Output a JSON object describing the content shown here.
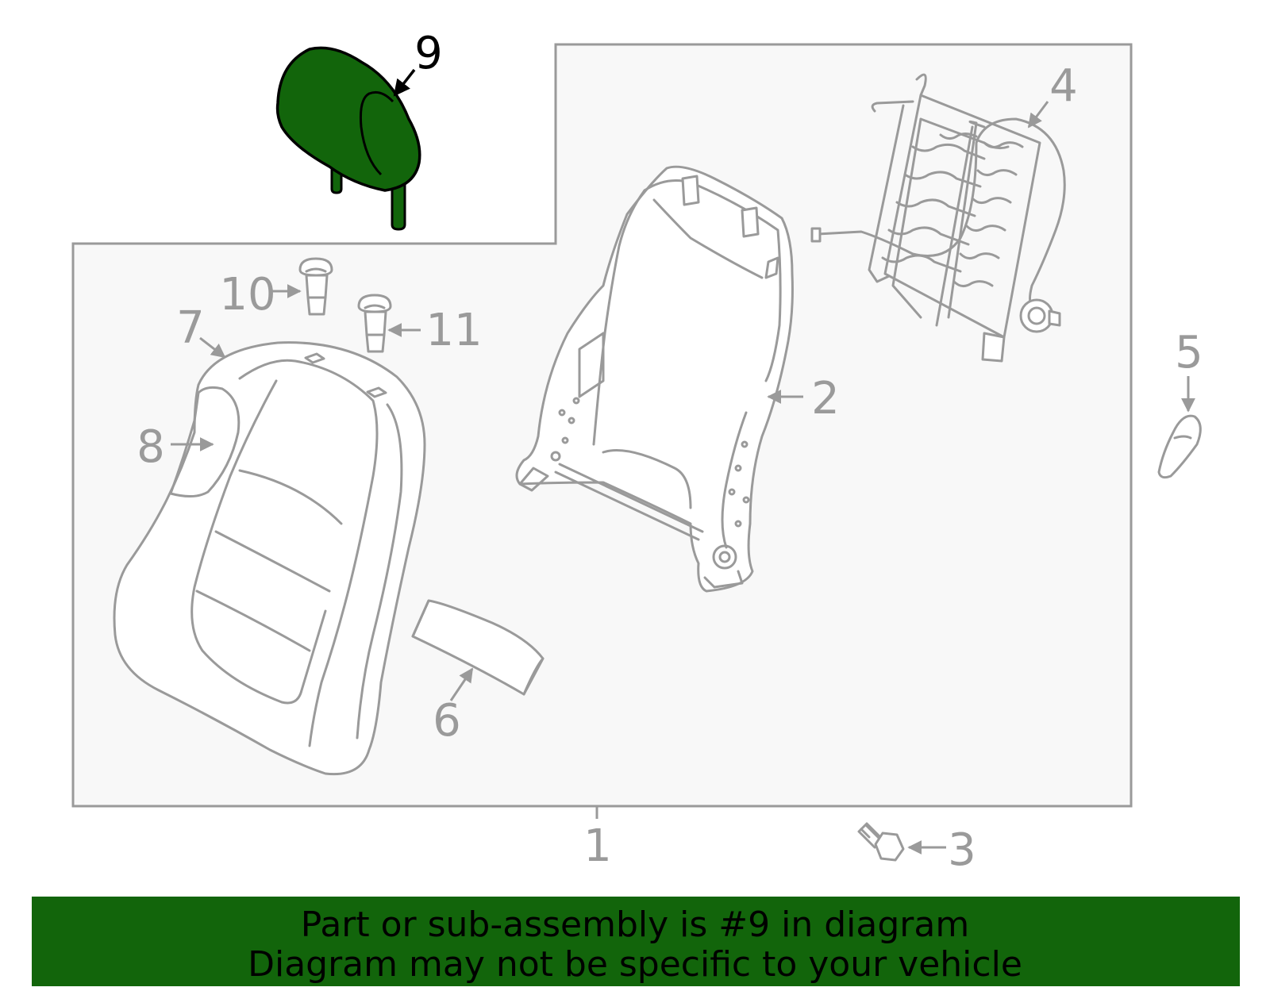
{
  "colors": {
    "highlight": "#12650b",
    "banner": "#12650b",
    "line": "#9a9a9a",
    "box_fill": "#f8f8f8"
  },
  "callouts": {
    "c1": "1",
    "c2": "2",
    "c3": "3",
    "c4": "4",
    "c5": "5",
    "c6": "6",
    "c7": "7",
    "c8": "8",
    "c9": "9",
    "c10": "10",
    "c11": "11"
  },
  "highlighted_part": "9",
  "banner": {
    "line1": "Part or sub-assembly is #9 in diagram",
    "line2": "Diagram may not be specific to your vehicle"
  }
}
